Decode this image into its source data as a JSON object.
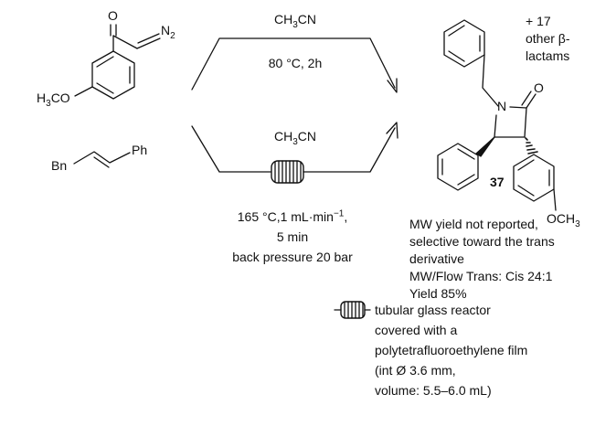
{
  "reactant1": {
    "carbonyl_o": "O",
    "diazo": "N",
    "diazo_sub": "2",
    "methoxy": "H",
    "methoxy_sub": "3",
    "methoxy_tail": "CO"
  },
  "reactant2": {
    "left_group": "Bn",
    "right_group": "Ph"
  },
  "mw_route": {
    "solvent_pre": "CH",
    "solvent_sub": "3",
    "solvent_post": "CN",
    "conditions": "80 °C, 2h"
  },
  "flow_route": {
    "solvent_pre": "CH",
    "solvent_sub": "3",
    "solvent_post": "CN",
    "cond_line1_pre": "165 °C,1 mL·min",
    "cond_line1_sup": "−1",
    "cond_line1_post": ",",
    "cond_line2": "5 min",
    "cond_line3": "back pressure 20 bar"
  },
  "product": {
    "n_atom": "N",
    "carbonyl_o": "O",
    "methoxy_pre": "OCH",
    "methoxy_sub": "3",
    "compound_number": "37",
    "extra_lines": [
      "+ 17",
      "other β-",
      "lactams"
    ]
  },
  "results": {
    "lines": [
      "MW yield not reported,",
      "selective toward the trans",
      "derivative",
      "MW/Flow Trans: Cis 24:1",
      "Yield 85%"
    ]
  },
  "legend": {
    "lines": [
      "tubular glass reactor",
      "covered with a",
      "polytetrafluoroethylene film",
      "(int Ø 3.6 mm,",
      "volume: 5.5–6.0 mL)"
    ]
  }
}
